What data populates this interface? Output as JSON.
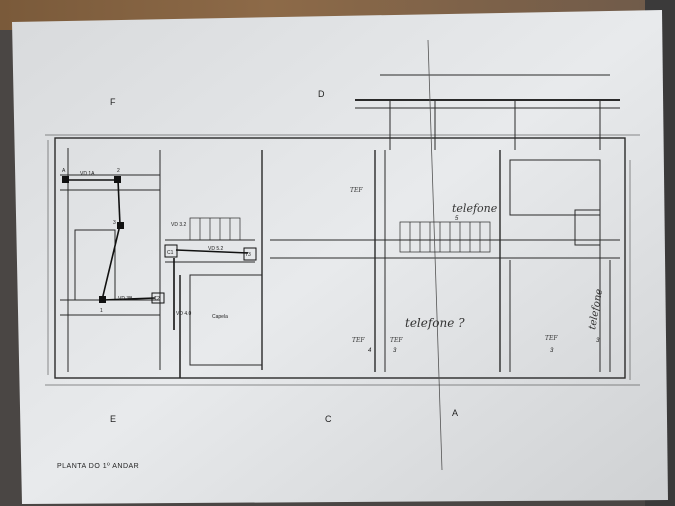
{
  "drawing": {
    "title": "PLANTA DO 1º ANDAR",
    "room_label": "Capela",
    "section_markers": [
      "F",
      "D",
      "E",
      "C",
      "A"
    ],
    "circuit_labels": [
      "VD 1A",
      "VD 3B",
      "VD 3.2",
      "VD 5.2",
      "VD 4.0",
      "C1",
      "T2",
      "T3"
    ],
    "point_numbers": [
      "A",
      "2",
      "3",
      "1"
    ],
    "handwritten_notes": [
      "telefone",
      "telefone ?",
      "telefone",
      "TEF",
      "TEF",
      "TEF",
      "TEF"
    ],
    "room_numbers": [
      "4",
      "3",
      "3",
      "3",
      "5"
    ]
  },
  "colors": {
    "paper": "#e4e6e8",
    "ink": "#2a2a2a",
    "wood": "#8d6a48"
  }
}
